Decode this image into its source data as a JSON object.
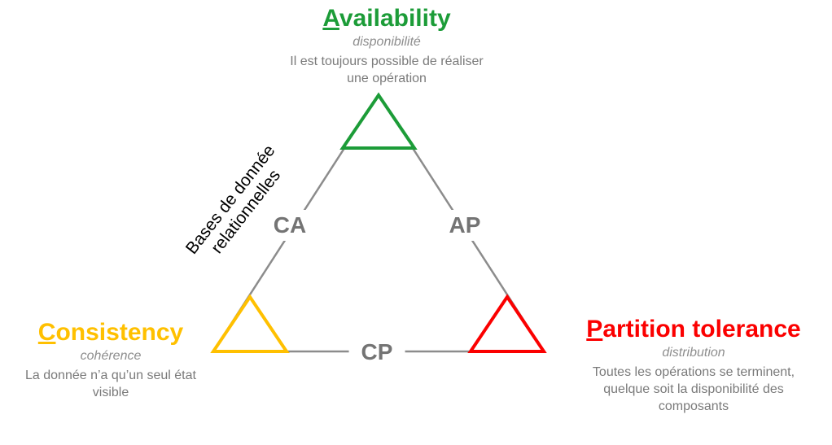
{
  "diagram": {
    "title_semantic": "CAP theorem triangle",
    "colors": {
      "availability_green": "#1C9C38",
      "consistency_yellow": "#FFC000",
      "partition_red": "#FB0000",
      "line_gray": "#8C8C8C",
      "edge_label_gray": "#747474",
      "subtitle_gray": "#8E8E8E",
      "description_gray": "#7A7A7A"
    },
    "nodes": {
      "availability": {
        "initial": "A",
        "rest": "vailability",
        "subtitle": "disponibilité",
        "desc": [
          "Il est toujours possible de réaliser",
          "une opération"
        ]
      },
      "consistency": {
        "initial": "C",
        "rest": "onsistency",
        "subtitle": "cohérence",
        "desc": [
          "La donnée n’a qu’un seul état",
          "visible"
        ]
      },
      "partition": {
        "initial": "P",
        "rest": "artition tolerance",
        "subtitle": "distribution",
        "desc": [
          "Toutes les opérations se terminent,",
          "quelque soit la disponibilité des",
          "composants"
        ]
      }
    },
    "edges": {
      "ca": "CA",
      "ap": "AP",
      "cp": "CP"
    },
    "annotation": {
      "line1": "Bases de donnée",
      "line2": "relationnelles"
    }
  }
}
